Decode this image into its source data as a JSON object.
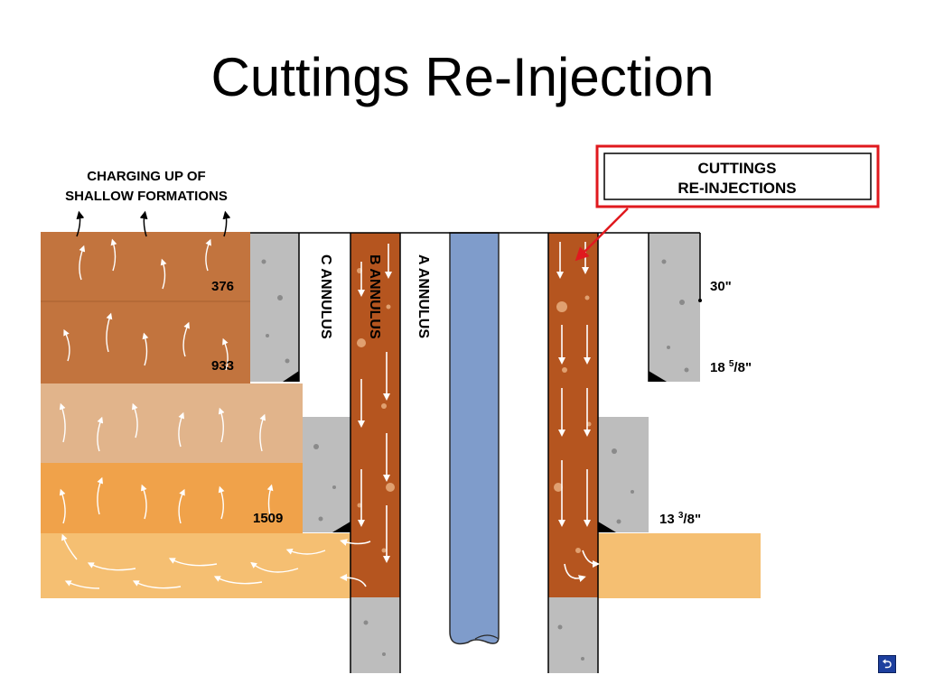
{
  "title": "Cuttings Re-Injection",
  "labels": {
    "charging_line1": "CHARGING UP OF",
    "charging_line2": "SHALLOW FORMATIONS",
    "callout_line1": "CUTTINGS",
    "callout_line2": "RE-INJECTIONS",
    "c_annulus": "C ANNULUS",
    "b_annulus": "B ANNULUS",
    "a_annulus": "A ANNULUS"
  },
  "depths": [
    "376",
    "933",
    "1509"
  ],
  "casings": [
    {
      "size": "30\"",
      "whole": "",
      "num": "",
      "den": "",
      "suffix": ""
    },
    {
      "size": "",
      "whole": "18 ",
      "num": "5",
      "den": "8",
      "suffix": "\""
    },
    {
      "size": "",
      "whole": "13 ",
      "num": "3",
      "den": "8",
      "suffix": "\""
    }
  ],
  "colors": {
    "cement": "#bdbdbd",
    "cuttings": "#b5551f",
    "tubing": "#7f9ccb",
    "callout": "#e0191e",
    "formation_1": "#c2743e",
    "formation_2": "#e1b48b",
    "formation_3": "#f0a24a",
    "formation_4": "#f5bf72"
  },
  "nav": {
    "icon": "return-icon",
    "glyph": "⮌"
  }
}
